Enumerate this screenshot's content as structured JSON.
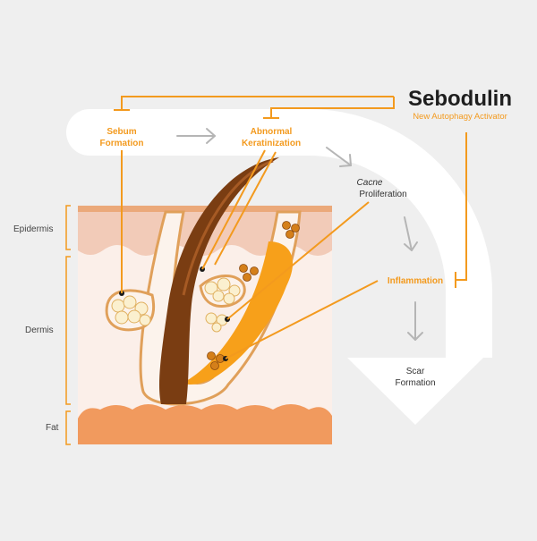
{
  "brand": {
    "name": "Sebodulin",
    "tagline": "New Autophagy Activator"
  },
  "colors": {
    "background": "#efefef",
    "accent_orange": "#f39a1e",
    "hair_brown": "#7a3d12",
    "epidermis_pink": "#f2cbb8",
    "dermis_cream": "#fbefe9",
    "fat_orange": "#f19a5e",
    "arrow_gray": "#b5b5b5"
  },
  "steps": {
    "sebum_line1": "Sebum",
    "sebum_line2": "Formation",
    "keratin_line1": "Abnormal",
    "keratin_line2": "Keratinization",
    "cacne_italic": "Cacne",
    "cacne_line2": "Proliferation",
    "inflammation": "Inflammation",
    "scar_line1": "Scar",
    "scar_line2": "Formation"
  },
  "layers": {
    "epidermis": "Epidermis",
    "dermis": "Dermis",
    "fat": "Fat"
  }
}
